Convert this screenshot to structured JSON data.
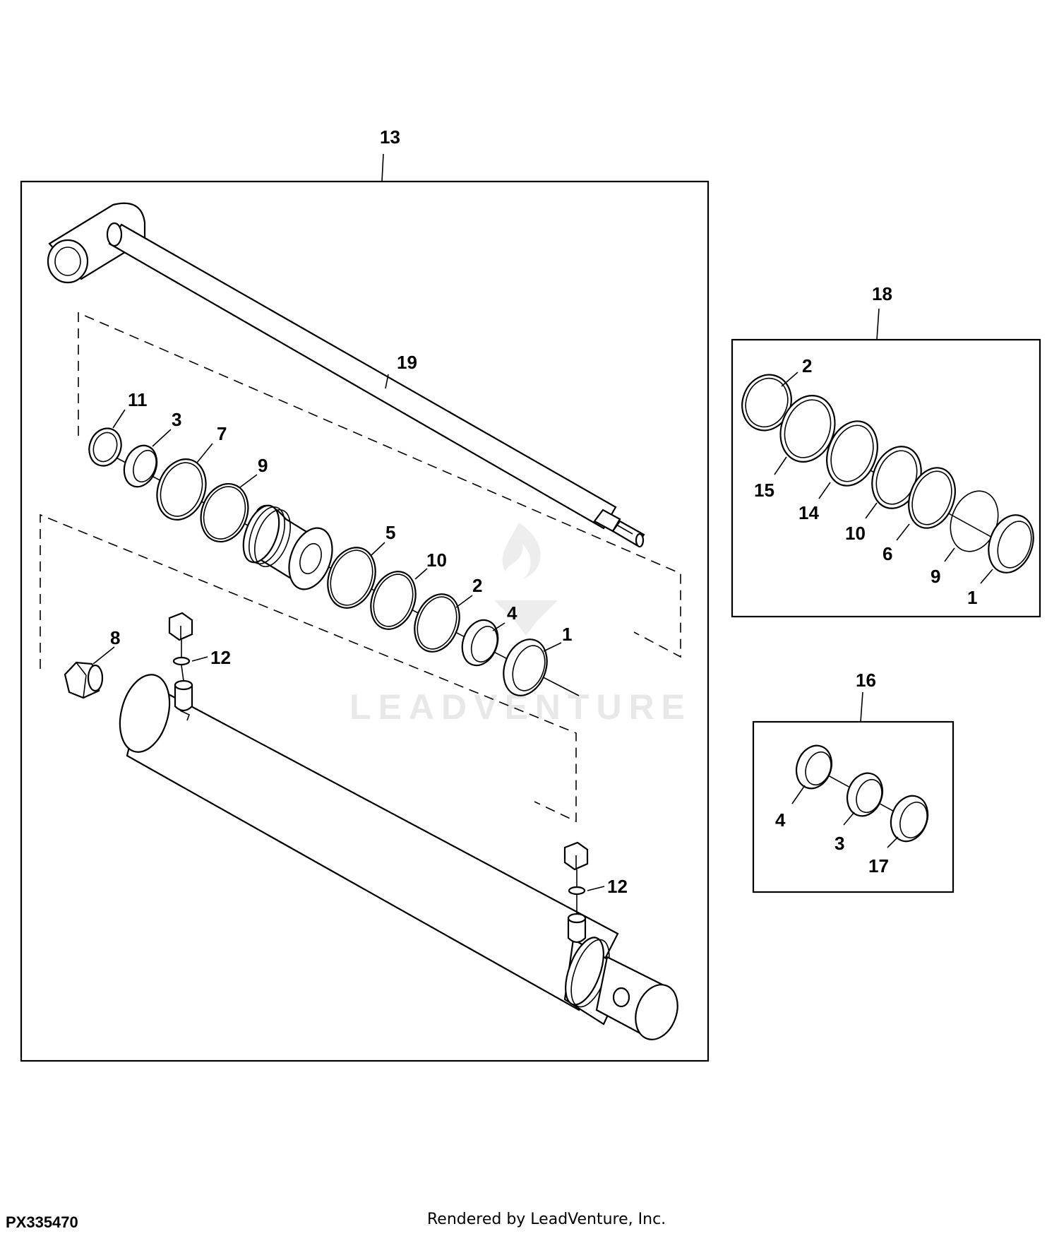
{
  "figure": {
    "id": "PX335470",
    "rendered_by": "Rendered by LeadVenture, Inc.",
    "watermark": "LEADVENTURE"
  },
  "groups": [
    {
      "label": "13"
    },
    {
      "label": "18"
    },
    {
      "label": "16"
    }
  ],
  "callouts": {
    "rod": "19",
    "main_kit": [
      "11",
      "3",
      "7",
      "9",
      "5",
      "10",
      "2",
      "4",
      "1",
      "8",
      "12",
      "12"
    ],
    "kit18": [
      "2",
      "15",
      "14",
      "10",
      "6",
      "9",
      "1"
    ],
    "kit16": [
      "4",
      "3",
      "17"
    ]
  },
  "colors": {
    "line": "#000000",
    "background": "#ffffff",
    "watermark": "#e6e6e6"
  }
}
